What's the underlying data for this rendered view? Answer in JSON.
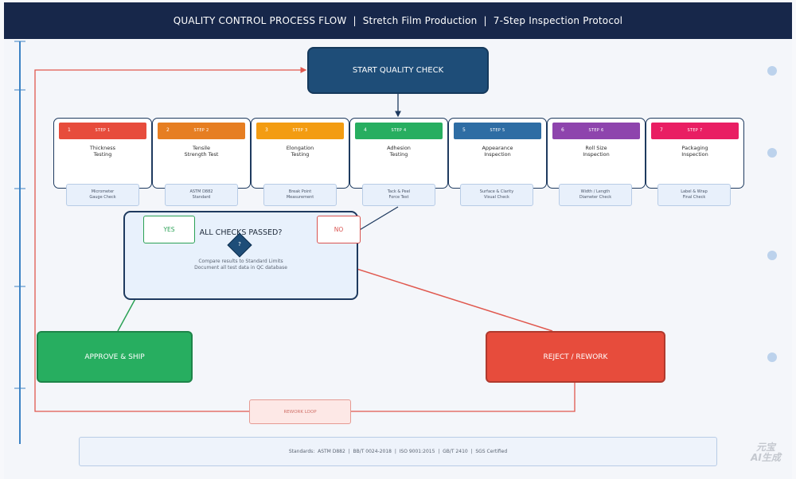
{
  "header": {
    "title": "QUALITY CONTROL PROCESS FLOW  |  Stretch Film Production  |  7-Step Inspection Protocol"
  },
  "start": {
    "label": "START QUALITY CHECK"
  },
  "steps": [
    {
      "num": "1",
      "label": "STEP 1",
      "title": "Thickness\nTesting",
      "sub": "Micrometer\nGauge Check",
      "color": "#e74c3c"
    },
    {
      "num": "2",
      "label": "STEP 2",
      "title": "Tensile\nStrength Test",
      "sub": "ASTM D882\nStandard",
      "color": "#e67e22"
    },
    {
      "num": "3",
      "label": "STEP 3",
      "title": "Elongation\nTesting",
      "sub": "Break Point\nMeasurement",
      "color": "#f39c12"
    },
    {
      "num": "4",
      "label": "STEP 4",
      "title": "Adhesion\nTesting",
      "sub": "Tack & Peel\nForce Test",
      "color": "#27ae60"
    },
    {
      "num": "5",
      "label": "STEP 5",
      "title": "Appearance\nInspection",
      "sub": "Surface & Clarity\nVisual Check",
      "color": "#2e6da4"
    },
    {
      "num": "6",
      "label": "STEP 6",
      "title": "Roll Size\nInspection",
      "sub": "Width / Length\nDiameter Check",
      "color": "#8e44ad"
    },
    {
      "num": "7",
      "label": "STEP 7",
      "title": "Packaging\nInspection",
      "sub": "Label & Wrap\nFinal Check",
      "color": "#e91e63"
    }
  ],
  "decision": {
    "title": "ALL CHECKS PASSED?",
    "symbol": "?",
    "note_line1": "Compare results to Standard Limits",
    "note_line2": "Document all test data in QC database",
    "yes": "YES",
    "no": "NO"
  },
  "approve": {
    "label": "APPROVE & SHIP"
  },
  "reject": {
    "label": "REJECT / REWORK"
  },
  "rework": {
    "label": "REWORK LOOP"
  },
  "footer": {
    "text": "Standards:  ASTM D882  |  BB/T 0024-2018  |  ISO 9001:2015  |  GB/T 2410  |  SGS Certified"
  },
  "watermark": {
    "line1": "元宝",
    "line2": "AI生成"
  },
  "colors": {
    "navy": "#17274a",
    "start_blue": "#1e4d78",
    "approve_green": "#27ae60",
    "reject_red": "#e74c3c",
    "line_red": "#e0584e",
    "line_green": "#2aa155"
  }
}
